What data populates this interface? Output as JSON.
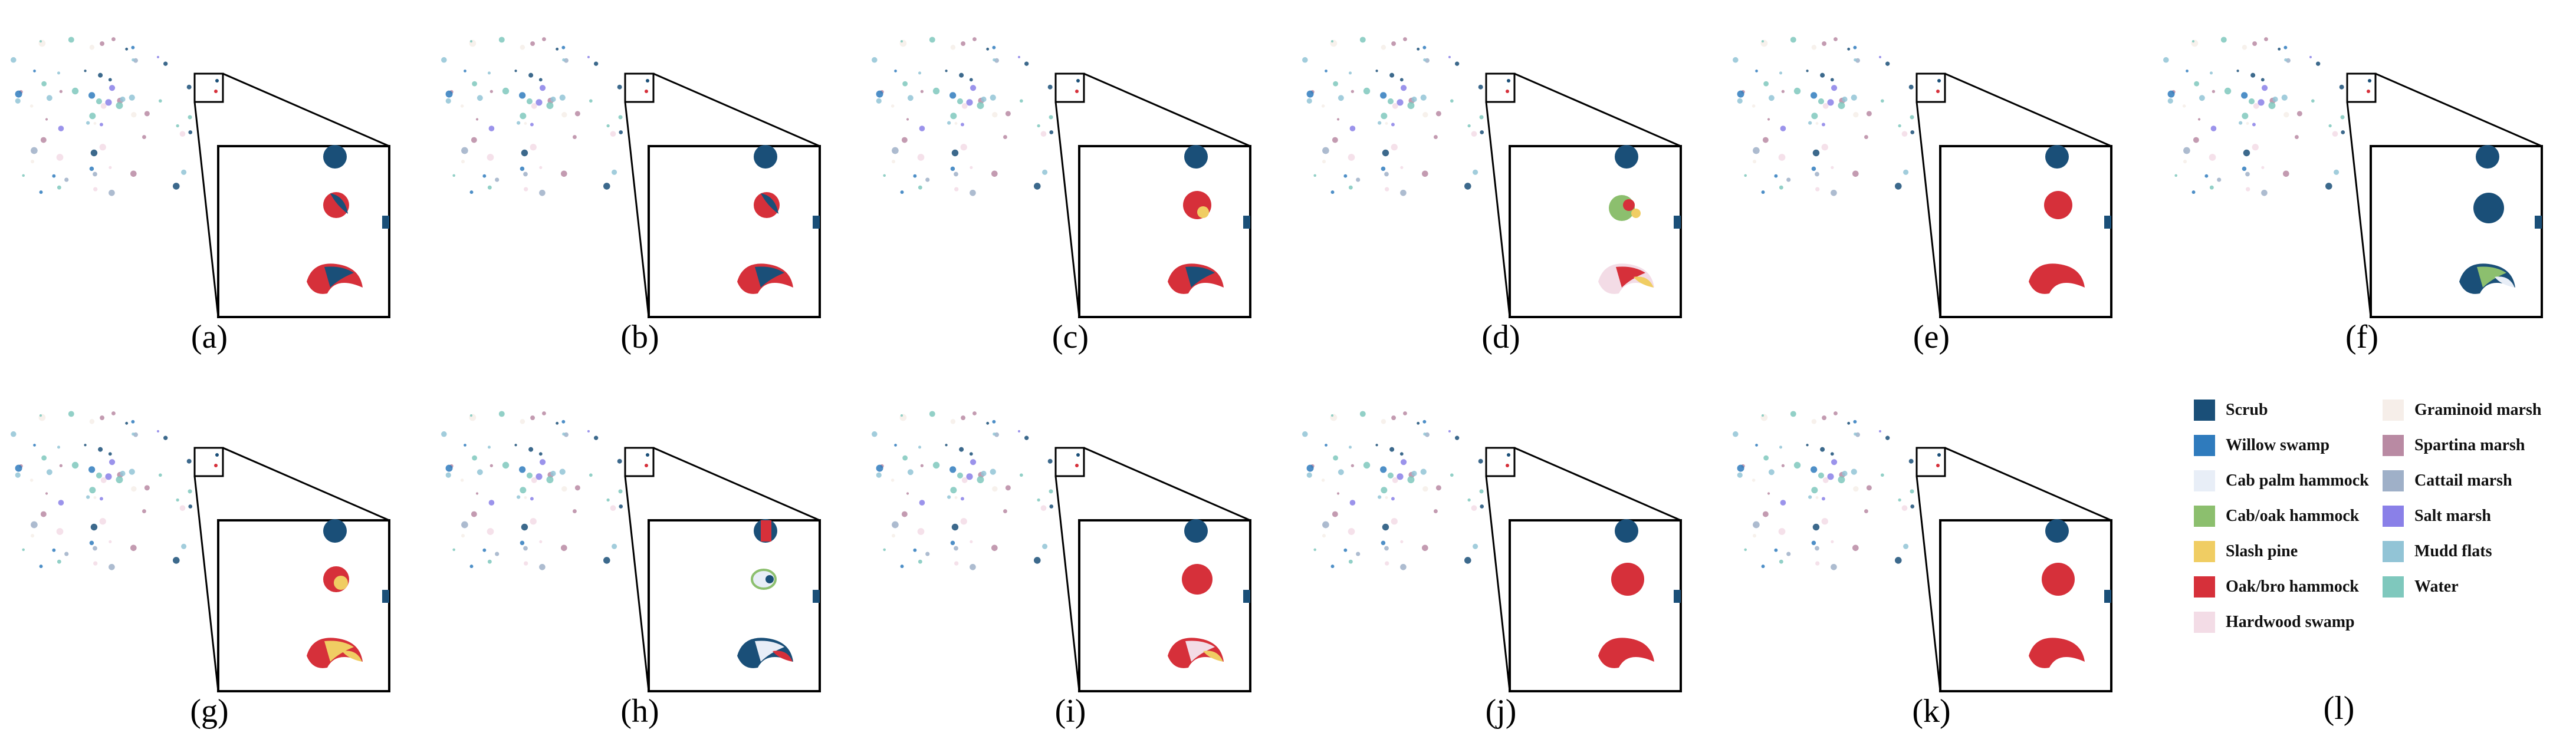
{
  "figure": {
    "panels": [
      {
        "label": "(a)",
        "pattern": "mixed-blue-red"
      },
      {
        "label": "(b)",
        "pattern": "mixed-blue-red"
      },
      {
        "label": "(c)",
        "pattern": "red-yellow"
      },
      {
        "label": "(d)",
        "pattern": "green-pink"
      },
      {
        "label": "(e)",
        "pattern": "mostly-red"
      },
      {
        "label": "(f)",
        "pattern": "blue-green"
      },
      {
        "label": "(g)",
        "pattern": "red-yellow-stripes"
      },
      {
        "label": "(h)",
        "pattern": "sparse-blue"
      },
      {
        "label": "(i)",
        "pattern": "red-pink-yellow"
      },
      {
        "label": "(j)",
        "pattern": "solid-red"
      },
      {
        "label": "(k)",
        "pattern": "solid-red"
      }
    ],
    "legend_caption": "(l)",
    "legend": [
      {
        "label": "Scrub",
        "color": "#1a4f78"
      },
      {
        "label": "Willow swamp",
        "color": "#2f7bbd"
      },
      {
        "label": "Cab palm hammock",
        "color": "#e8eef7"
      },
      {
        "label": "Cab/oak hammock",
        "color": "#8cbf6e"
      },
      {
        "label": "Slash pine",
        "color": "#f0cd63"
      },
      {
        "label": "Oak/bro hammock",
        "color": "#d6303a"
      },
      {
        "label": "Hardwood swamp",
        "color": "#f3dce6"
      },
      {
        "label": "Graminoid marsh",
        "color": "#f6eee9"
      },
      {
        "label": "Spartina marsh",
        "color": "#b98aa3"
      },
      {
        "label": "Cattail marsh",
        "color": "#9fb0c8"
      },
      {
        "label": "Salt marsh",
        "color": "#8a80e8"
      },
      {
        "label": "Mudd flats",
        "color": "#92c4d6"
      },
      {
        "label": "Water",
        "color": "#7fc8bd"
      }
    ]
  }
}
